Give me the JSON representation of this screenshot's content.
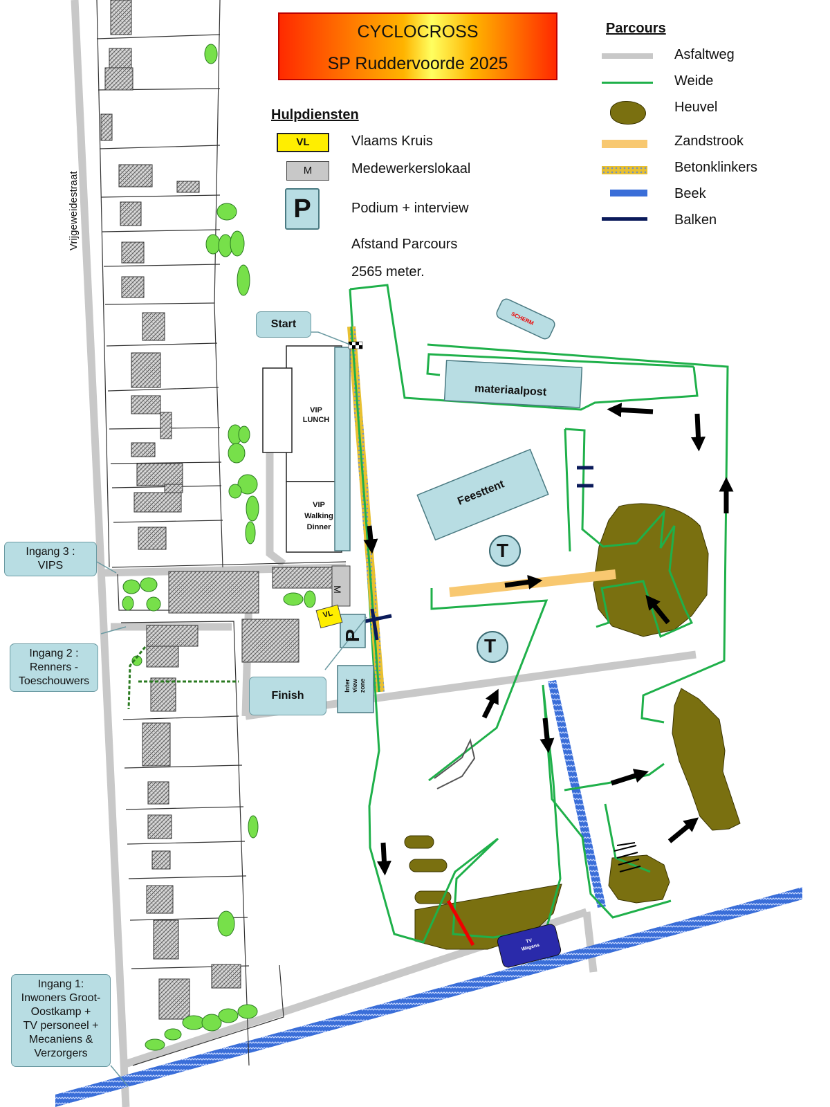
{
  "title": {
    "line1": "CYCLOCROSS",
    "line2": "SP Ruddervoorde 2025"
  },
  "hulpdiensten": {
    "header": "Hulpdiensten",
    "items": [
      {
        "code": "VL",
        "label": "Vlaams Kruis",
        "color": "#ffee00"
      },
      {
        "code": "M",
        "label": "Medewerkerslokaal",
        "color": "#c8c8c8"
      },
      {
        "code": "P",
        "label": "Podium + interview",
        "color": "#b8dde3"
      }
    ],
    "distance_label": "Afstand Parcours",
    "distance_value": "2565 meter."
  },
  "parcours": {
    "header": "Parcours",
    "items": [
      {
        "label": "Asfaltweg",
        "color": "#c8c8c8"
      },
      {
        "label": "Weide",
        "color": "#1fb04a"
      },
      {
        "label": "Heuvel",
        "color": "#7a7010"
      },
      {
        "label": "Zandstrook",
        "color": "#f8c870"
      },
      {
        "label": "Betonklinkers",
        "color": "#e8c030"
      },
      {
        "label": "Beek",
        "color": "#3a6ed8"
      },
      {
        "label": "Balken",
        "color": "#0a1a5a"
      }
    ]
  },
  "street": "Vrijgeweidestraat",
  "places": {
    "start": "Start",
    "finish": "Finish",
    "vip_lunch": [
      "VIP",
      "LUNCH"
    ],
    "vip_dinner": [
      "VIP",
      "Walking",
      "Dinner"
    ],
    "materiaalpost": "materiaalpost",
    "feesttent": "Feesttent",
    "scherm": "SCHERM",
    "interview": [
      "Inter",
      "view",
      "zone"
    ],
    "tv": [
      "TV",
      "Wagens"
    ],
    "toilet": "T",
    "medic": "M",
    "vl": "VL",
    "podium": "P"
  },
  "entrances": [
    {
      "lines": [
        "Ingang 3 :",
        "VIPS"
      ]
    },
    {
      "lines": [
        "Ingang 2 :",
        "Renners -",
        "Toeschouwers"
      ]
    },
    {
      "lines": [
        "Ingang 1:",
        "Inwoners Groot-",
        "Oostkamp +",
        "TV personeel +",
        "Mecaniens &",
        "Verzorgers"
      ]
    }
  ],
  "colors": {
    "grass": "#1fb04a",
    "hill": "#7a7010",
    "road": "#c8c8c8",
    "building": "#b8dde3",
    "creek": "#3a6ed8",
    "tree": "#77e04a"
  }
}
